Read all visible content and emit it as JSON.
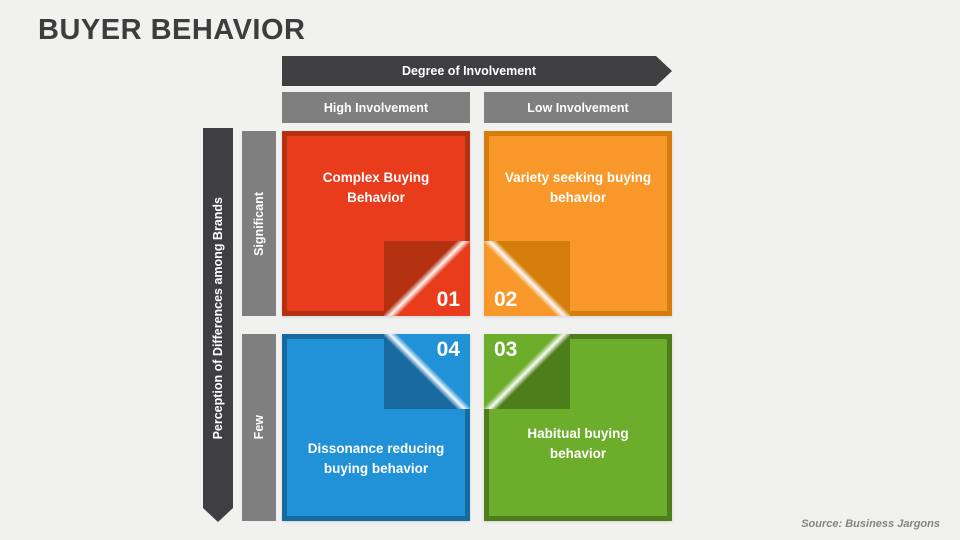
{
  "slide": {
    "title": "BUYER BEHAVIOR",
    "source": "Source: Business Jargons"
  },
  "matrix": {
    "top_axis_label": "Degree of Involvement",
    "left_axis_label": "Perception of Differences among Brands",
    "columns": [
      {
        "label": "High Involvement"
      },
      {
        "label": "Low Involvement"
      }
    ],
    "rows": [
      {
        "label": "Significant"
      },
      {
        "label": "Few"
      }
    ],
    "quadrants": [
      {
        "number": "01",
        "label": "Complex Buying Behavior",
        "row": "Significant",
        "column": "High Involvement",
        "color": "#e83c1c",
        "dark_color": "#b33010"
      },
      {
        "number": "02",
        "label": "Variety seeking buying behavior",
        "row": "Significant",
        "column": "Low Involvement",
        "color": "#f8982a",
        "dark_color": "#d57d0a"
      },
      {
        "number": "03",
        "label": "Habitual buying behavior",
        "row": "Few",
        "column": "Low Involvement",
        "color": "#6cad2b",
        "dark_color": "#4e7e1b"
      },
      {
        "number": "04",
        "label": "Dissonance reducing buying behavior",
        "row": "Few",
        "column": "High Involvement",
        "color": "#2191d8",
        "dark_color": "#176a9f"
      }
    ]
  },
  "colors": {
    "background": "#f1f1f0",
    "axis_arrow_dark": "#3f3f41",
    "axis_bar_gray": "#7f7f7f",
    "title_text": "#3d3d3d",
    "source_text": "#848484",
    "label_text": "#ffffff"
  }
}
